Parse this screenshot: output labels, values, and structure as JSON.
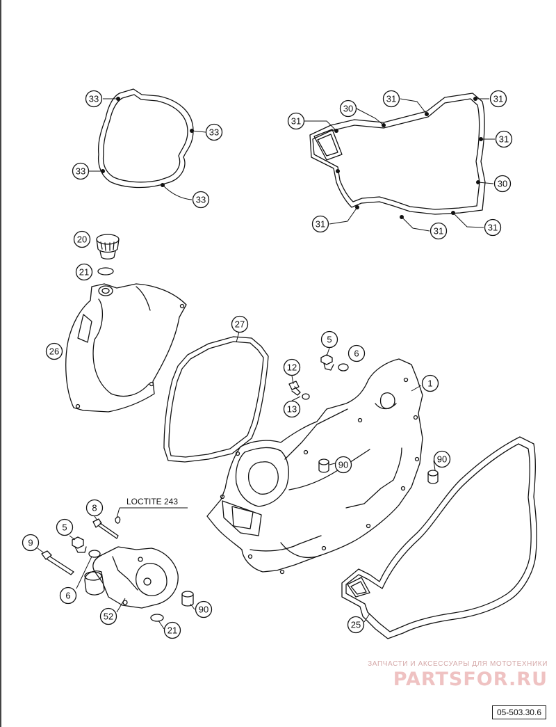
{
  "diagram": {
    "note": "LOCTITE 243",
    "drawing_code": "05-503.30.6",
    "watermark": {
      "tagline": "ЗАПЧАСТИ И АКСЕССУАРЫ ДЛЯ МОТОТЕХНИКИ",
      "logo": "PARTSFOR.RU"
    }
  },
  "callouts": [
    {
      "id": "c33a",
      "label": "33"
    },
    {
      "id": "c33b",
      "label": "33"
    },
    {
      "id": "c33c",
      "label": "33"
    },
    {
      "id": "c33d",
      "label": "33"
    },
    {
      "id": "c31a",
      "label": "31"
    },
    {
      "id": "c30a",
      "label": "30"
    },
    {
      "id": "c31b",
      "label": "31"
    },
    {
      "id": "c31c",
      "label": "31"
    },
    {
      "id": "c31d",
      "label": "31"
    },
    {
      "id": "c30b",
      "label": "30"
    },
    {
      "id": "c31e",
      "label": "31"
    },
    {
      "id": "c31f",
      "label": "31"
    },
    {
      "id": "c31g",
      "label": "31"
    },
    {
      "id": "c20",
      "label": "20"
    },
    {
      "id": "c21a",
      "label": "21"
    },
    {
      "id": "c26",
      "label": "26"
    },
    {
      "id": "c27",
      "label": "27"
    },
    {
      "id": "c5a",
      "label": "5"
    },
    {
      "id": "c6a",
      "label": "6"
    },
    {
      "id": "c12",
      "label": "12"
    },
    {
      "id": "c13",
      "label": "13"
    },
    {
      "id": "c1",
      "label": "1"
    },
    {
      "id": "c90a",
      "label": "90"
    },
    {
      "id": "c90b",
      "label": "90"
    },
    {
      "id": "c8",
      "label": "8"
    },
    {
      "id": "c5b",
      "label": "5"
    },
    {
      "id": "c9",
      "label": "9"
    },
    {
      "id": "c6b",
      "label": "6"
    },
    {
      "id": "c52",
      "label": "52"
    },
    {
      "id": "c90c",
      "label": "90"
    },
    {
      "id": "c21b",
      "label": "21"
    },
    {
      "id": "c25",
      "label": "25"
    }
  ]
}
